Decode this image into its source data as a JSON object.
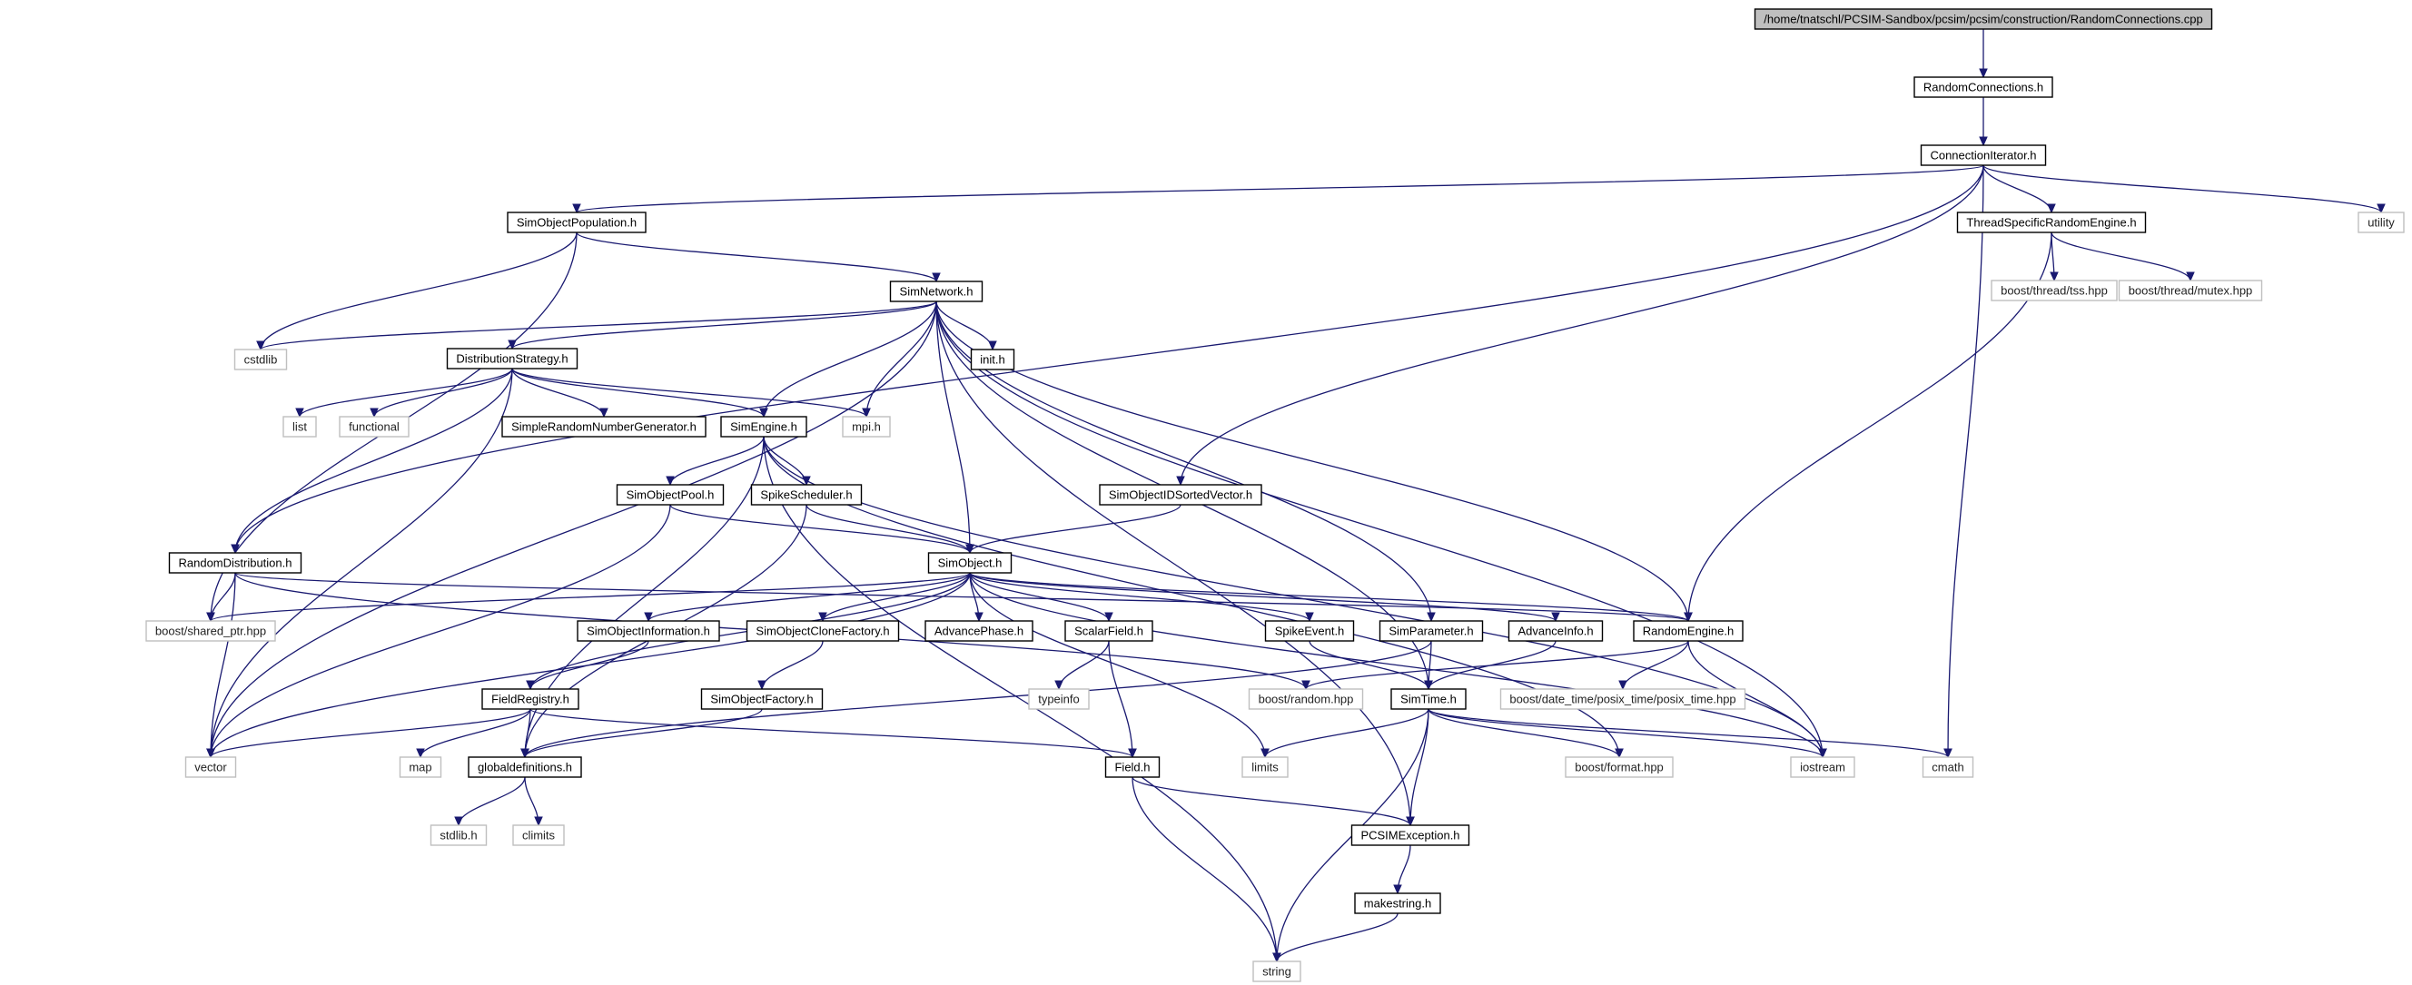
{
  "diagram": {
    "edge_color": "#191970",
    "root_fill": "#bfbfbf",
    "external_border": "#bfbfbf",
    "nodes": [
      {
        "id": "root",
        "label": "/home/tnatschl/PCSIM-Sandbox/pcsim/pcsim/construction/RandomConnections.cpp",
        "kind": "root"
      },
      {
        "id": "rc",
        "label": "RandomConnections.h",
        "kind": "solid"
      },
      {
        "id": "ci",
        "label": "ConnectionIterator.h",
        "kind": "solid"
      },
      {
        "id": "util",
        "label": "utility",
        "kind": "ext"
      },
      {
        "id": "sop",
        "label": "SimObjectPopulation.h",
        "kind": "solid"
      },
      {
        "id": "tsre",
        "label": "ThreadSpecificRandomEngine.h",
        "kind": "solid"
      },
      {
        "id": "tss",
        "label": "boost/thread/tss.hpp",
        "kind": "ext"
      },
      {
        "id": "mutex",
        "label": "boost/thread/mutex.hpp",
        "kind": "ext"
      },
      {
        "id": "sn",
        "label": "SimNetwork.h",
        "kind": "solid"
      },
      {
        "id": "cstdlib",
        "label": "cstdlib",
        "kind": "ext"
      },
      {
        "id": "ds",
        "label": "DistributionStrategy.h",
        "kind": "solid"
      },
      {
        "id": "init",
        "label": "init.h",
        "kind": "solid"
      },
      {
        "id": "list",
        "label": "list",
        "kind": "ext"
      },
      {
        "id": "functional",
        "label": "functional",
        "kind": "ext"
      },
      {
        "id": "srng",
        "label": "SimpleRandomNumberGenerator.h",
        "kind": "solid"
      },
      {
        "id": "se",
        "label": "SimEngine.h",
        "kind": "solid"
      },
      {
        "id": "mpi",
        "label": "mpi.h",
        "kind": "ext"
      },
      {
        "id": "sopool",
        "label": "SimObjectPool.h",
        "kind": "solid"
      },
      {
        "id": "ss",
        "label": "SpikeScheduler.h",
        "kind": "solid"
      },
      {
        "id": "soidsv",
        "label": "SimObjectIDSortedVector.h",
        "kind": "solid"
      },
      {
        "id": "rd",
        "label": "RandomDistribution.h",
        "kind": "solid"
      },
      {
        "id": "so",
        "label": "SimObject.h",
        "kind": "solid"
      },
      {
        "id": "sptr",
        "label": "boost/shared_ptr.hpp",
        "kind": "ext"
      },
      {
        "id": "soi",
        "label": "SimObjectInformation.h",
        "kind": "solid"
      },
      {
        "id": "socf",
        "label": "SimObjectCloneFactory.h",
        "kind": "solid"
      },
      {
        "id": "ap",
        "label": "AdvancePhase.h",
        "kind": "solid"
      },
      {
        "id": "sf",
        "label": "ScalarField.h",
        "kind": "solid"
      },
      {
        "id": "spe",
        "label": "SpikeEvent.h",
        "kind": "solid"
      },
      {
        "id": "sp",
        "label": "SimParameter.h",
        "kind": "solid"
      },
      {
        "id": "ai",
        "label": "AdvanceInfo.h",
        "kind": "solid"
      },
      {
        "id": "re",
        "label": "RandomEngine.h",
        "kind": "solid"
      },
      {
        "id": "fr",
        "label": "FieldRegistry.h",
        "kind": "solid"
      },
      {
        "id": "sof",
        "label": "SimObjectFactory.h",
        "kind": "solid"
      },
      {
        "id": "typeinfo",
        "label": "typeinfo",
        "kind": "ext"
      },
      {
        "id": "brandom",
        "label": "boost/random.hpp",
        "kind": "ext"
      },
      {
        "id": "st",
        "label": "SimTime.h",
        "kind": "solid"
      },
      {
        "id": "pt",
        "label": "boost/date_time/posix_time/posix_time.hpp",
        "kind": "ext"
      },
      {
        "id": "vector",
        "label": "vector",
        "kind": "ext"
      },
      {
        "id": "map",
        "label": "map",
        "kind": "ext"
      },
      {
        "id": "gd",
        "label": "globaldefinitions.h",
        "kind": "solid"
      },
      {
        "id": "field",
        "label": "Field.h",
        "kind": "solid"
      },
      {
        "id": "limits",
        "label": "limits",
        "kind": "ext"
      },
      {
        "id": "bformat",
        "label": "boost/format.hpp",
        "kind": "ext"
      },
      {
        "id": "iostream",
        "label": "iostream",
        "kind": "ext"
      },
      {
        "id": "cmath",
        "label": "cmath",
        "kind": "ext"
      },
      {
        "id": "stdlib",
        "label": "stdlib.h",
        "kind": "ext"
      },
      {
        "id": "climits",
        "label": "climits",
        "kind": "ext"
      },
      {
        "id": "pcx",
        "label": "PCSIMException.h",
        "kind": "solid"
      },
      {
        "id": "ms",
        "label": "makestring.h",
        "kind": "solid"
      },
      {
        "id": "string",
        "label": "string",
        "kind": "ext"
      }
    ],
    "edges": [
      [
        "root",
        "rc"
      ],
      [
        "rc",
        "ci"
      ],
      [
        "ci",
        "util"
      ],
      [
        "ci",
        "sop"
      ],
      [
        "ci",
        "tsre"
      ],
      [
        "ci",
        "rd"
      ],
      [
        "ci",
        "soidsv"
      ],
      [
        "ci",
        "cmath"
      ],
      [
        "tsre",
        "tss"
      ],
      [
        "tsre",
        "mutex"
      ],
      [
        "tsre",
        "re"
      ],
      [
        "sop",
        "sn"
      ],
      [
        "sop",
        "cstdlib"
      ],
      [
        "sop",
        "sptr"
      ],
      [
        "sn",
        "cstdlib"
      ],
      [
        "sn",
        "ds"
      ],
      [
        "sn",
        "init"
      ],
      [
        "sn",
        "se"
      ],
      [
        "sn",
        "mpi"
      ],
      [
        "sn",
        "so"
      ],
      [
        "sn",
        "vector"
      ],
      [
        "sn",
        "sp"
      ],
      [
        "sn",
        "re"
      ],
      [
        "sn",
        "st"
      ],
      [
        "sn",
        "iostream"
      ],
      [
        "sn",
        "pcx"
      ],
      [
        "ds",
        "list"
      ],
      [
        "ds",
        "functional"
      ],
      [
        "ds",
        "srng"
      ],
      [
        "ds",
        "se"
      ],
      [
        "ds",
        "mpi"
      ],
      [
        "ds",
        "rd"
      ],
      [
        "ds",
        "vector"
      ],
      [
        "se",
        "sopool"
      ],
      [
        "se",
        "ss"
      ],
      [
        "se",
        "gd"
      ],
      [
        "se",
        "string"
      ],
      [
        "se",
        "iostream"
      ],
      [
        "se",
        "bformat"
      ],
      [
        "sopool",
        "so"
      ],
      [
        "sopool",
        "vector"
      ],
      [
        "ss",
        "so"
      ],
      [
        "ss",
        "gd"
      ],
      [
        "soidsv",
        "so"
      ],
      [
        "rd",
        "sptr"
      ],
      [
        "rd",
        "vector"
      ],
      [
        "rd",
        "re"
      ],
      [
        "rd",
        "brandom"
      ],
      [
        "so",
        "sptr"
      ],
      [
        "so",
        "soi"
      ],
      [
        "so",
        "socf"
      ],
      [
        "so",
        "ap"
      ],
      [
        "so",
        "sf"
      ],
      [
        "so",
        "spe"
      ],
      [
        "so",
        "ai"
      ],
      [
        "so",
        "re"
      ],
      [
        "so",
        "fr"
      ],
      [
        "so",
        "vector"
      ],
      [
        "so",
        "limits"
      ],
      [
        "so",
        "iostream"
      ],
      [
        "soi",
        "fr"
      ],
      [
        "socf",
        "sof"
      ],
      [
        "sof",
        "gd"
      ],
      [
        "sf",
        "typeinfo"
      ],
      [
        "sf",
        "field"
      ],
      [
        "spe",
        "st"
      ],
      [
        "sp",
        "st"
      ],
      [
        "sp",
        "gd"
      ],
      [
        "ai",
        "st"
      ],
      [
        "re",
        "brandom"
      ],
      [
        "re",
        "pt"
      ],
      [
        "re",
        "iostream"
      ],
      [
        "fr",
        "vector"
      ],
      [
        "fr",
        "map"
      ],
      [
        "fr",
        "field"
      ],
      [
        "fr",
        "gd"
      ],
      [
        "gd",
        "stdlib"
      ],
      [
        "gd",
        "climits"
      ],
      [
        "st",
        "limits"
      ],
      [
        "st",
        "bformat"
      ],
      [
        "st",
        "iostream"
      ],
      [
        "st",
        "cmath"
      ],
      [
        "st",
        "pcx"
      ],
      [
        "st",
        "string"
      ],
      [
        "field",
        "pcx"
      ],
      [
        "field",
        "string"
      ],
      [
        "pcx",
        "ms"
      ],
      [
        "ms",
        "string"
      ]
    ]
  }
}
